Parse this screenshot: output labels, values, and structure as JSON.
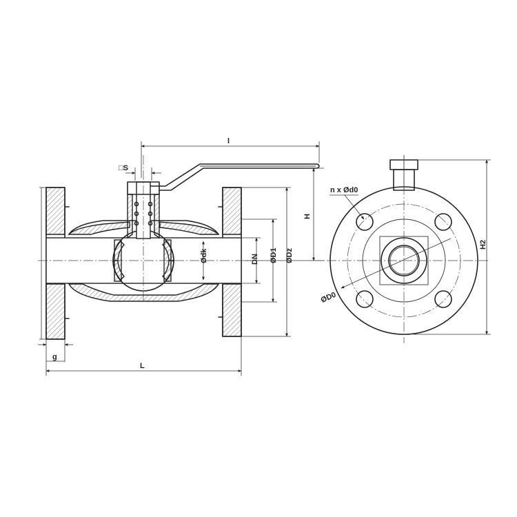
{
  "drawing": {
    "labels": {
      "l": "l",
      "s": "□S",
      "h": "H",
      "g": "g",
      "L": "L",
      "dk": "Ødk",
      "dn": "DN",
      "d1": "ØD1",
      "dz": "ØDz",
      "n_d0": "n x Ød0",
      "d0": "ØD0",
      "h2": "H2"
    }
  }
}
